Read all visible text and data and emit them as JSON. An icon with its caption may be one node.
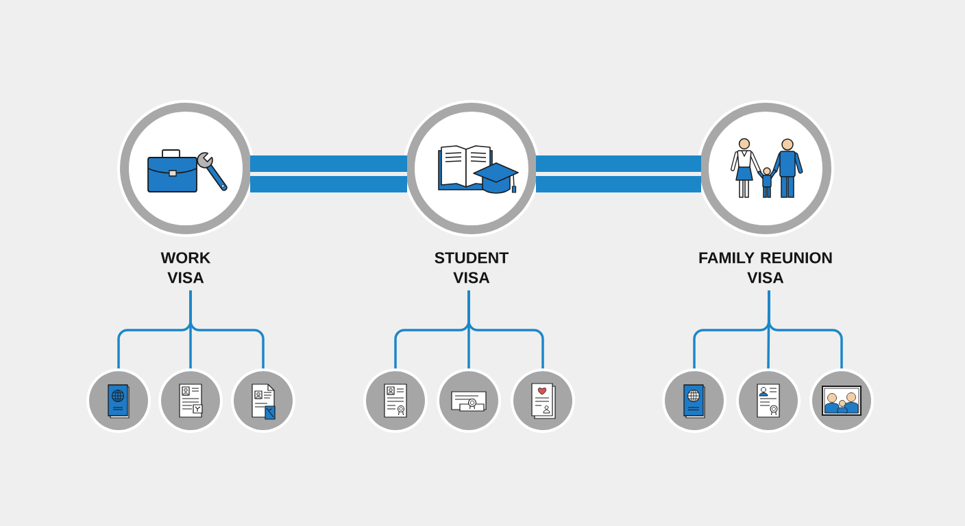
{
  "diagram": {
    "nodes": [
      {
        "text": [
          "WORK VISA"
        ]
      },
      {
        "text": [
          "STUDENT VISA"
        ]
      },
      {
        "text": [
          "FAMILY REUNION VISA"
        ]
      },
      {
        "text": [],
        "shape": "circle"
      },
      {
        "text": [],
        "shape": "circle"
      },
      {
        "text": [],
        "shape": "circle"
      },
      {
        "text": [],
        "shape": "circle"
      },
      {
        "text": [],
        "shape": "circle"
      },
      {
        "text": [],
        "shape": "circle"
      },
      {
        "text": [],
        "shape": "circle"
      },
      {
        "text": [],
        "shape": "circle"
      },
      {
        "text": [],
        "shape": "circle"
      }
    ],
    "edges": [
      {
        "from": 0,
        "to": 1,
        "arrow": "none",
        "style": "thick"
      },
      {
        "from": 1,
        "to": 2,
        "arrow": "none",
        "style": "thick"
      },
      {
        "from": 0,
        "to": 3,
        "arrow": "none"
      },
      {
        "from": 0,
        "to": 4,
        "arrow": "none"
      },
      {
        "from": 0,
        "to": 5,
        "arrow": "none"
      },
      {
        "from": 1,
        "to": 6,
        "arrow": "none"
      },
      {
        "from": 1,
        "to": 7,
        "arrow": "none"
      },
      {
        "from": 1,
        "to": 8,
        "arrow": "none"
      },
      {
        "from": 2,
        "to": 9,
        "arrow": "none"
      },
      {
        "from": 2,
        "to": 10,
        "arrow": "none"
      },
      {
        "from": 2,
        "to": 11,
        "arrow": "none"
      }
    ]
  }
}
